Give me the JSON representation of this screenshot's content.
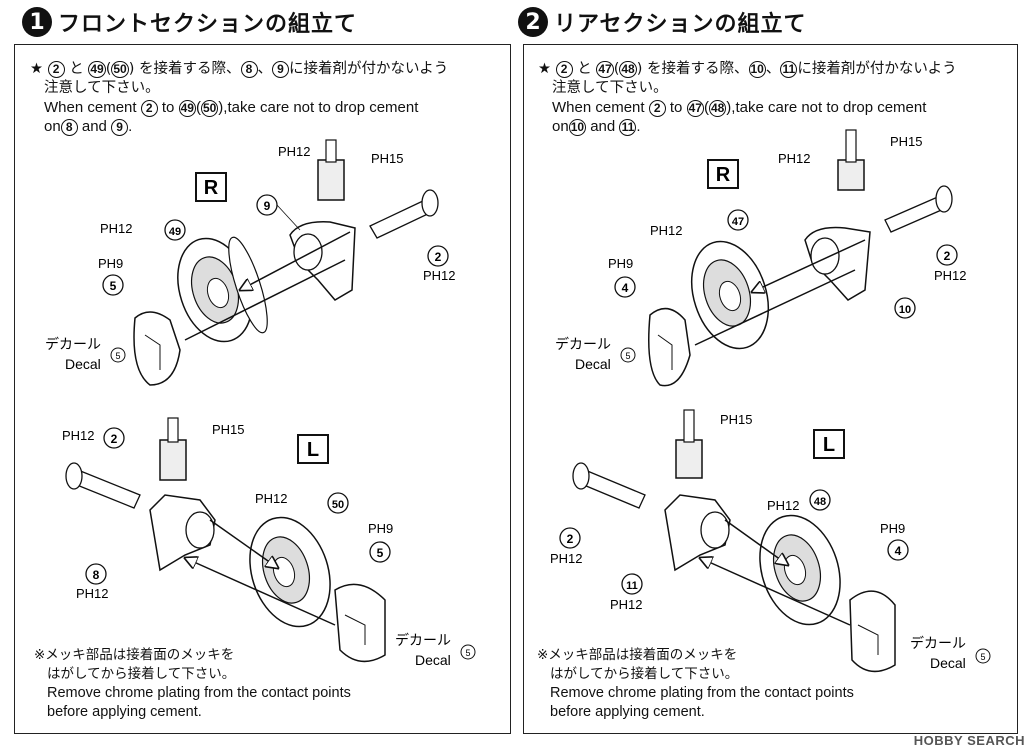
{
  "sections": [
    {
      "number": "1",
      "title": "フロントセクションの組立て",
      "note": {
        "star": "★",
        "jp_line1_part1": "と",
        "jp_line1_part2": "を接着する際、",
        "jp_line1_part3": "、",
        "jp_line1_part4": "に接着剤が付かないよう",
        "jp_line2": "注意して下さい。",
        "en_line1_a": "When cement",
        "en_line1_b": "to",
        "en_line1_c": ",take care not to drop cement",
        "en_line2_a": "on",
        "en_line2_b": "and",
        "en_line2_c": ".",
        "p_a": "2",
        "p_b": "49",
        "p_c": "50",
        "p_d": "8",
        "p_e": "9"
      },
      "side_r": "R",
      "side_l": "L",
      "labels_r": {
        "ph12_top": "PH12",
        "ph15": "PH15",
        "part_9": "9",
        "part_49": "49",
        "ph12_disc": "PH12",
        "ph9": "PH9",
        "part_5": "5",
        "part_2": "2",
        "ph12_pin": "PH12",
        "decal_jp": "デカール",
        "decal_en": "Decal",
        "decal_no": "5"
      },
      "labels_l": {
        "ph12_pin": "PH12",
        "part_2": "2",
        "ph15": "PH15",
        "ph12_disc": "PH12",
        "part_50": "50",
        "ph9": "PH9",
        "part_5": "5",
        "part_8": "8",
        "ph12_knuckle": "PH12",
        "decal_jp": "デカール",
        "decal_en": "Decal",
        "decal_no": "5"
      },
      "bottom_note": {
        "jp_line1": "※メッキ部品は接着面のメッキを",
        "jp_line2": "はがしてから接着して下さい。",
        "en_line1": "Remove chrome plating from the contact points",
        "en_line2": "before applying cement."
      }
    },
    {
      "number": "2",
      "title": "リアセクションの組立て",
      "note": {
        "star": "★",
        "jp_line1_part1": "と",
        "jp_line1_part2": "を接着する際、",
        "jp_line1_part3": "、",
        "jp_line1_part4": "に接着剤が付かないよう",
        "jp_line2": "注意して下さい。",
        "en_line1_a": "When cement",
        "en_line1_b": "to",
        "en_line1_c": ",take care not to drop cement",
        "en_line2_a": "on",
        "en_line2_b": "and",
        "en_line2_c": ".",
        "p_a": "2",
        "p_b": "47",
        "p_c": "48",
        "p_d": "10",
        "p_e": "11"
      },
      "side_r": "R",
      "side_l": "L",
      "labels_r": {
        "ph15": "PH15",
        "ph12_top": "PH12",
        "part_47": "47",
        "ph12_disc": "PH12",
        "ph9": "PH9",
        "part_4": "4",
        "part_2": "2",
        "ph12_pin": "PH12",
        "part_10": "10",
        "decal_jp": "デカール",
        "decal_en": "Decal",
        "decal_no": "5"
      },
      "labels_l": {
        "ph15": "PH15",
        "ph12_disc": "PH12",
        "part_48": "48",
        "ph9": "PH9",
        "part_4": "4",
        "part_2": "2",
        "ph12_pin": "PH12",
        "part_11": "11",
        "ph12_knuckle": "PH12",
        "decal_jp": "デカール",
        "decal_en": "Decal",
        "decal_no": "5"
      },
      "bottom_note": {
        "jp_line1": "※メッキ部品は接着面のメッキを",
        "jp_line2": "はがしてから接着して下さい。",
        "en_line1": "Remove chrome plating from the contact points",
        "en_line2": "before applying cement."
      }
    }
  ],
  "watermark": "HOBBY SEARCH"
}
